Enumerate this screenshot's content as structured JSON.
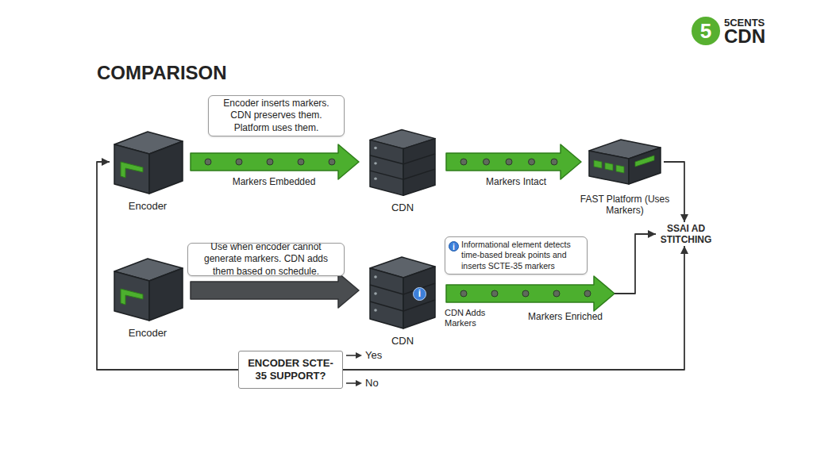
{
  "diagram": {
    "title": "COMPARISON",
    "nodes": [
      {
        "text": [
          "5"
        ]
      },
      {
        "text": [
          "Encoder inserts markers. CDN preserves them. Platform uses them."
        ]
      },
      {
        "text": [
          "Encoder"
        ]
      },
      {
        "text": [
          "CDN"
        ]
      },
      {
        "text": [
          "FAST Platform (Uses Markers)"
        ]
      },
      {
        "text": [
          "SSAI AD STITCHING"
        ]
      },
      {
        "text": [
          "Use when encoder cannot generate markers. CDN adds them based on schedule."
        ]
      },
      {
        "text": [
          "Encoder"
        ]
      },
      {
        "text": [
          "CDN"
        ]
      },
      {
        "text": [
          "Informational element detects time-based break points and inserts SCTE-35 markers"
        ]
      },
      {
        "text": [
          "ENCODER SCTE-35 SUPPORT?"
        ]
      }
    ],
    "edges": [
      {
        "from": 2,
        "to": 3,
        "arrow": "to",
        "label": "Markers Embedded"
      },
      {
        "from": 3,
        "to": 4,
        "arrow": "to",
        "label": "Markers Intact"
      },
      {
        "from": 4,
        "to": 5,
        "arrow": "to"
      },
      {
        "from": 7,
        "to": 8,
        "arrow": "to"
      },
      {
        "from": 8,
        "to": 5,
        "arrow": "to",
        "label": "Markers Enriched"
      },
      {
        "from": 10,
        "to": 2,
        "arrow": "to"
      },
      {
        "from": 10,
        "to": 5,
        "arrow": "to"
      }
    ],
    "labels": [
      "5CENTS",
      "CDN",
      "i",
      "i",
      "CDN Adds Markers",
      "Yes",
      "No"
    ]
  }
}
